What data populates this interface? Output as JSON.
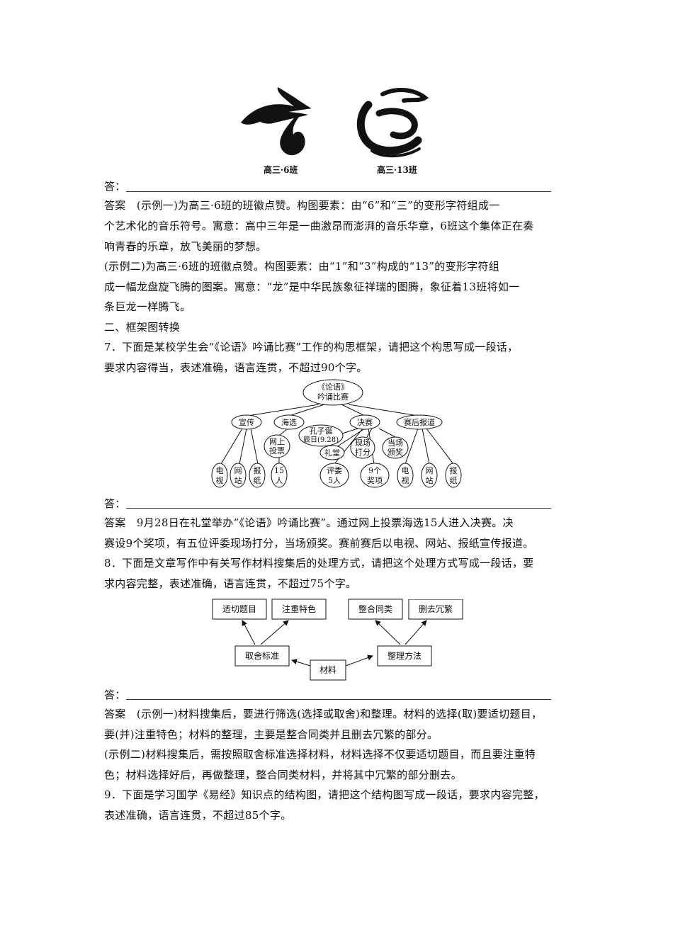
{
  "badges": {
    "left_caption": "高三·6班",
    "right_caption": "高三·13班"
  },
  "answer_label": "答：",
  "lines": [
    "答案　(示例一)为高三·6班的班徽点赞。构图要素：由“6”和“三”的变形字符组成一",
    "个艺术化的音乐符号。寓意：高中三年是一曲激昂而澎湃的音乐华章，6班这个集体正在奏",
    "响青春的乐章，放飞美丽的梦想。",
    "(示例二)为高三·6班的班徽点赞。构图要素：由“1”和“3”构成的“13”的变形字符组",
    "成一幅龙盘旋飞腾的图案。寓意：“龙”是中华民族象征祥瑞的图腾，象征着13班将如一",
    "条巨龙一样腾飞。",
    "二、框架图转换",
    "7．下面是某校学生会“《论语》吟诵比赛”工作的构思框架，请把这个构思写成一段话，",
    "要求内容得当，表述准确，语言连贯，不超过90个字。"
  ],
  "lines2": [
    "答案　9月28日在礼堂举办“《论语》吟诵比赛”。通过网上投票海选15人进入决赛。决",
    "赛设9个奖项，有五位评委现场打分，当场颁奖。赛前赛后以电视、网站、报纸宣传报道。",
    "8．下面是文章写作中有关写作材料搜集后的处理方式，请把这个处理方式写成一段话，要",
    "求内容完整，表述准确，语言连贯，不超过75个字。"
  ],
  "lines3": [
    "答案　(示例一)材料搜集后，要进行筛选(选择或取舍)和整理。材料的选择(取)要适切题目，",
    "要(并)注重特色；材料的整理，主要是整合同类并且删去冗繁的部分。",
    "(示例二)材料搜集后，需按照取舍标准选择材料，材料选择不仅要适切题目，而且要注重特",
    "色；材料选择好后，再做整理，整合同类材料，并将其中冗繁的部分删去。",
    "9．下面是学习国学《易经》知识点的结构图，请把这个结构图写成一段话，要求内容完整，",
    "表述准确，语言连贯，不超过85个字。"
  ],
  "diagram7": {
    "root": [
      "《论语》",
      "吟诵比赛"
    ],
    "xuanchuan": "宣传",
    "haixuan": "海选",
    "juesai": "决赛",
    "saihou": "赛后报道",
    "wangshang": [
      "网上",
      "投票"
    ],
    "kongzi": [
      "孔子诞",
      "辰日(9.28)"
    ],
    "litang": "礼堂",
    "xianchang": [
      "现场",
      "打分"
    ],
    "dangchang": [
      "当场",
      "颁奖"
    ],
    "pingwei": [
      "评委",
      "5人"
    ],
    "jiangxiang": [
      "9个",
      "奖项"
    ],
    "num15": [
      "15",
      "人"
    ],
    "tv": [
      "电",
      "视"
    ],
    "web": [
      "网",
      "站"
    ],
    "paper": [
      "报",
      "纸"
    ]
  },
  "diagram8": {
    "shiqie": "适切题目",
    "zhuzhong": "注重特色",
    "zhenghe": "整合同类",
    "shanqu": "删去冗繁",
    "qushe": "取舍标准",
    "zhengli": "整理方法",
    "cailiao": "材料"
  }
}
